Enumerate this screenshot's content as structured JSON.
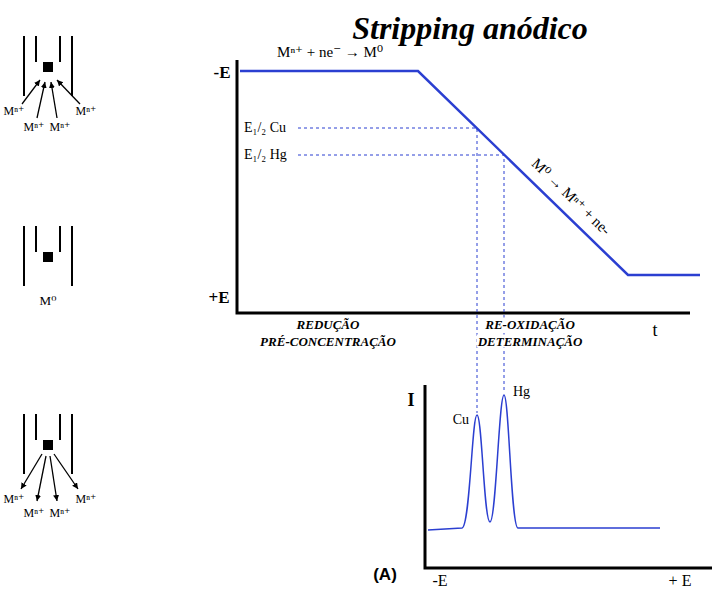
{
  "diagram": {
    "title": "Stripping anódico",
    "caption": "(A)",
    "labels": [
      "-E",
      "+E",
      "t",
      "Mⁿ⁺ + ne⁻ → M⁰",
      "M⁰ → Mⁿ⁺ + ne-",
      "E₁/₂ Cu",
      "E₁/₂ Hg",
      "REDUÇÃO",
      "PRÉ-CONCENTRAÇÃO",
      "RE-OXIDAÇÃO",
      "DETERMINAÇÃO",
      "I",
      "Cu",
      "Hg",
      "-E",
      "+ E",
      "Mⁿ⁺",
      "Mⁿ⁺",
      "Mⁿ⁺",
      "Mⁿ⁺",
      "M⁰",
      "Mⁿ⁺",
      "Mⁿ⁺",
      "Mⁿ⁺",
      "Mⁿ⁺"
    ]
  }
}
